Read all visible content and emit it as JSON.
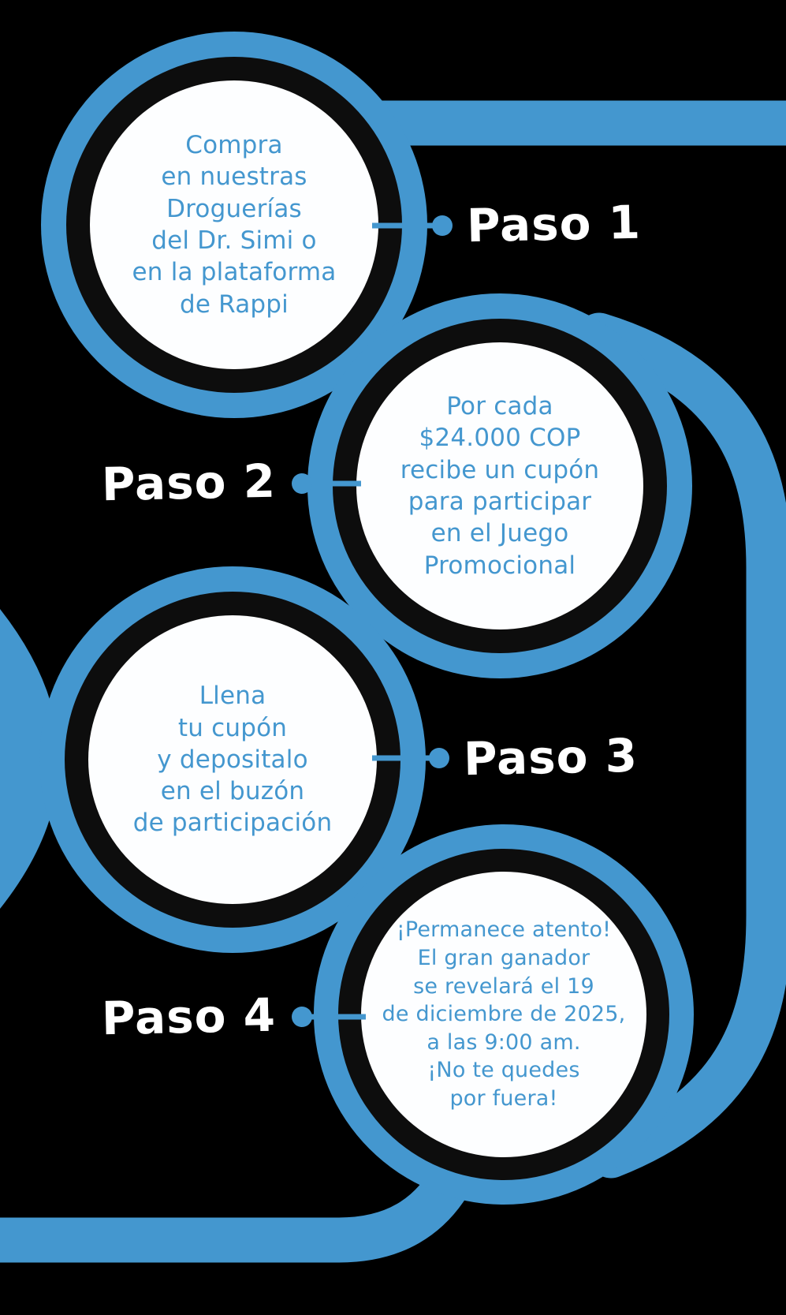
{
  "colors": {
    "background": "#000000",
    "blue": "#4497CF",
    "dark_ring": "#0d0d0d",
    "circle_fill": "#fdfeff",
    "label_text": "#ffffff"
  },
  "steps": [
    {
      "label": "Paso 1",
      "lines": [
        "Compra",
        "en nuestras",
        "Droguerías",
        "del Dr. Simi o",
        "en la plataforma",
        "de Rappi"
      ]
    },
    {
      "label": "Paso 2",
      "lines": [
        "Por cada",
        "$24.000 COP",
        "recibe un cupón",
        "para participar",
        "en el Juego",
        "Promocional"
      ]
    },
    {
      "label": "Paso 3",
      "lines": [
        "Llena",
        "tu cupón",
        "y depositalo",
        "en el buzón",
        "de participación"
      ]
    },
    {
      "label": "Paso 4",
      "lines": [
        "¡Permanece atento!",
        "El gran ganador",
        "se revelará el 19",
        "de diciembre de 2025,",
        "a las 9:00 am.",
        "¡No te quedes",
        "por fuera!"
      ]
    }
  ]
}
